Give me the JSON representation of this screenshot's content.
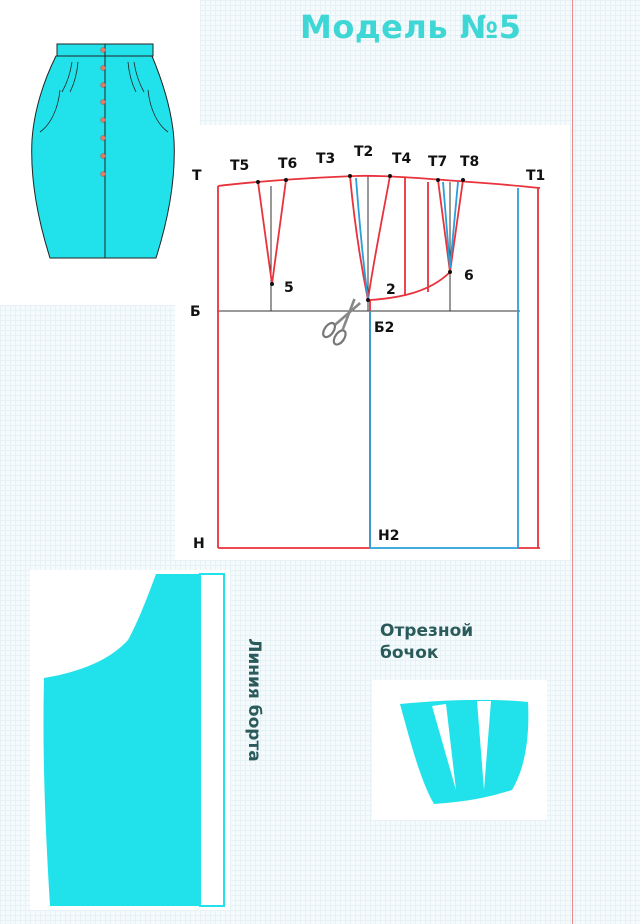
{
  "title": "Модель №5",
  "pattern": {
    "labels": {
      "T": "Т",
      "T1": "Т1",
      "T2": "Т2",
      "T3": "Т3",
      "T4": "Т4",
      "T5": "Т5",
      "T6": "Т6",
      "T7": "Т7",
      "T8": "Т8",
      "B": "Б",
      "B2": "Б2",
      "H": "Н",
      "H2": "Н2",
      "p2": "2",
      "p5": "5",
      "p6": "6"
    }
  },
  "captions": {
    "side_piece": "Отрезной бочок",
    "front_edge": "Линия борта"
  },
  "colors": {
    "accent": "#21e2ea",
    "pattern_red": "#e8323c",
    "pattern_blue": "#2a9fd8",
    "title": "#3fd6d6",
    "caption": "#2a5a5a"
  },
  "icons": [
    "scissors-icon"
  ]
}
